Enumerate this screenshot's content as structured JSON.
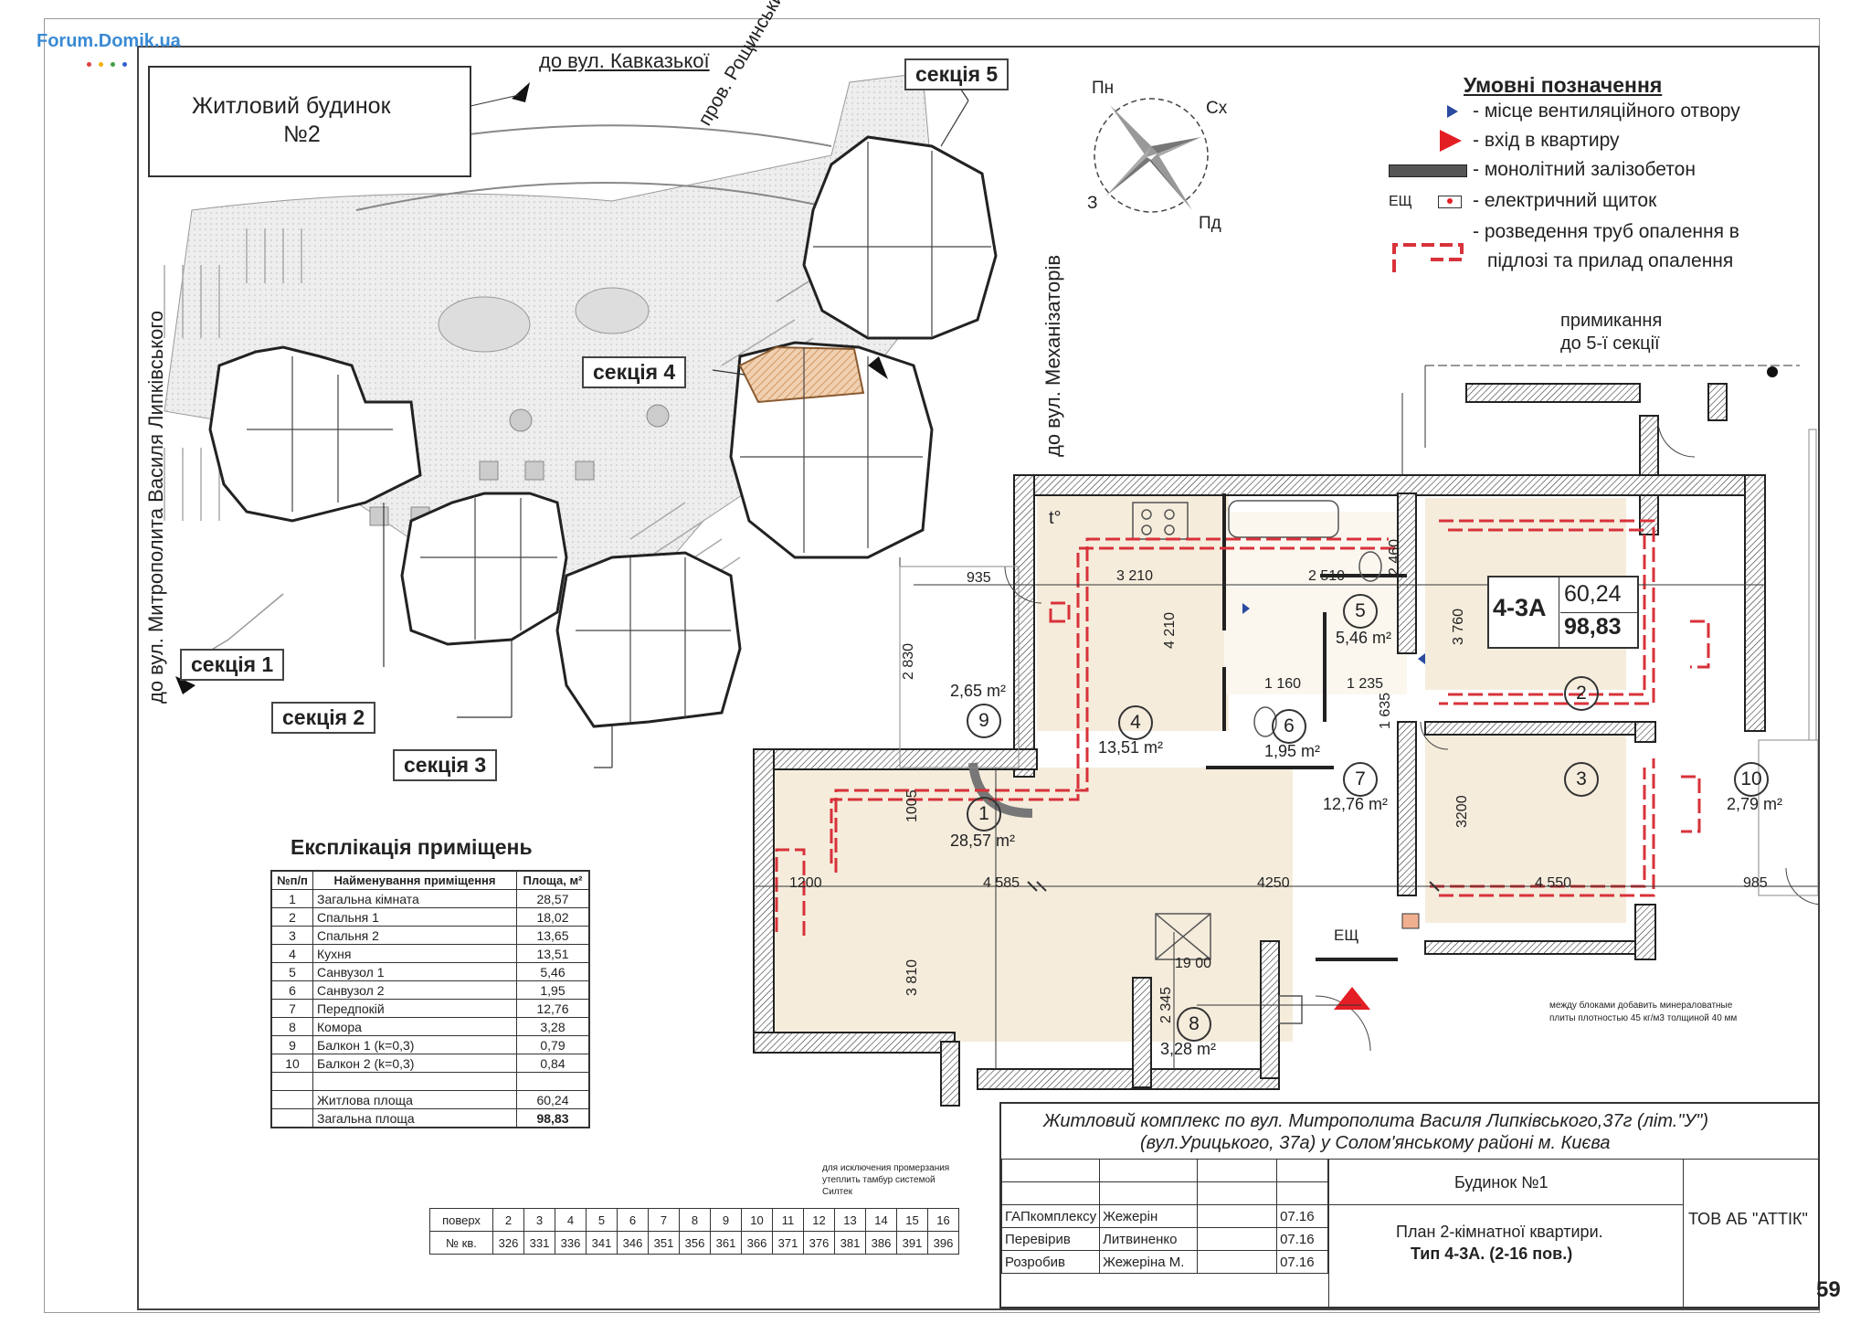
{
  "watermark": "Forum.Domik.ua",
  "page_number": "59",
  "site_plan": {
    "building_title_line1": "Житловий будинок",
    "building_title_line2": "№2",
    "street_kavkazka": "до вул. Кавказької",
    "street_roshchynskyi": "пров. Рощинський",
    "street_lypkivskoho": "до вул. Митрополита Василя Липківського",
    "street_mekhanizatoriv": "до вул. Механізаторів",
    "sections": {
      "s1": "секція 1",
      "s2": "секція 2",
      "s3": "секція 3",
      "s4": "секція 4",
      "s5": "секція 5"
    }
  },
  "compass": {
    "north": "Пн",
    "east": "Сх",
    "west": "З",
    "south": "Пд"
  },
  "legend": {
    "title": "Умовні позначення",
    "items": [
      {
        "icon": "vent-arrow-icon",
        "text": "- місце вентиляційного отвору"
      },
      {
        "icon": "entry-arrow-icon",
        "text": "- вхід в квартиру"
      },
      {
        "icon": "concrete-block-icon",
        "text": "- монолітний залізобетон"
      },
      {
        "icon": "panel-icon",
        "prefix": "ЕЩ",
        "text": "- електричний щиток"
      },
      {
        "icon": "heating-pipe-icon",
        "text": "- розведення труб опалення в",
        "text2": "підлозі та прилад опалення"
      }
    ],
    "colors": {
      "pipe": "#d8323a",
      "entry": "#e31e24",
      "vent": "#2a4aa0",
      "concrete": "#555555"
    }
  },
  "plan": {
    "adjoin_note_line1": "примикання",
    "adjoin_note_line2": "до 5-ї секції",
    "apt_type": "4-3А",
    "living_area": "60,24",
    "total_area": "98,83",
    "panel_label": "ЕЩ",
    "thermometer": "t°",
    "rooms": [
      {
        "num": "1",
        "area": "28,57 m²"
      },
      {
        "num": "2",
        "area": ""
      },
      {
        "num": "3",
        "area": ""
      },
      {
        "num": "4",
        "area": "13,51 m²"
      },
      {
        "num": "5",
        "area": "5,46 m²"
      },
      {
        "num": "6",
        "area": "1,95 m²"
      },
      {
        "num": "7",
        "area": "12,76 m²"
      },
      {
        "num": "8",
        "area": "3,28 m²"
      },
      {
        "num": "9",
        "area": "2,65 m²"
      },
      {
        "num": "10",
        "area": "2,79 m²"
      }
    ],
    "dims": {
      "d935": "935",
      "d3210": "3 210",
      "d2510": "2 510",
      "d2460": "2 460",
      "d3760": "3 760",
      "d4210": "4 210",
      "d2830": "2 830",
      "d1160": "1 160",
      "d1235": "1 235",
      "d1635": "1 635",
      "d1005": "1005",
      "d3200": "3200",
      "d1200": "1200",
      "d4585": "4 585",
      "d4250": "4250",
      "d4550": "4 550",
      "d985": "985",
      "d3810": "3 810",
      "d1900": "19 00",
      "d2345": "2 345"
    },
    "note_insulation": "между блоками добавить минераловатные плиты плотностью 45 кг/м3 толщиной 40 мм",
    "note_vestibule": "для исключения промерзания утеплить тамбур системой Силтек"
  },
  "explication": {
    "title": "Експлікація приміщень",
    "headers": [
      "№п/п",
      "Найменування приміщення",
      "Площа, м²"
    ],
    "rows": [
      [
        "1",
        "Загальна кімната",
        "28,57"
      ],
      [
        "2",
        "Спальня 1",
        "18,02"
      ],
      [
        "3",
        "Спальня 2",
        "13,65"
      ],
      [
        "4",
        "Кухня",
        "13,51"
      ],
      [
        "5",
        "Санвузол 1",
        "5,46"
      ],
      [
        "6",
        "Санвузол 2",
        "1,95"
      ],
      [
        "7",
        "Передпокій",
        "12,76"
      ],
      [
        "8",
        "Комора",
        "3,28"
      ],
      [
        "9",
        "Балкон 1 (k=0,3)",
        "0,79"
      ],
      [
        "10",
        "Балкон 2 (k=0,3)",
        "0,84"
      ]
    ],
    "living_label": "Житлова площа",
    "living_value": "60,24",
    "total_label": "Загальна площа",
    "total_value": "98,83"
  },
  "floors_table": {
    "row1_label": "поверх",
    "floors": [
      "2",
      "3",
      "4",
      "5",
      "6",
      "7",
      "8",
      "9",
      "10",
      "11",
      "12",
      "13",
      "14",
      "15",
      "16"
    ],
    "row2_label": "№ кв.",
    "apartments": [
      "326",
      "331",
      "336",
      "341",
      "346",
      "351",
      "356",
      "361",
      "366",
      "371",
      "376",
      "381",
      "386",
      "391",
      "396"
    ]
  },
  "title_block": {
    "project_line1": "Житловий комплекс по вул. Митрополита Василя Липківського,37г (літ.\"У\")",
    "project_line2": "(вул.Урицького, 37а) у Солом'янському районі м. Києва",
    "building": "Будинок №1",
    "sheet_line1": "План 2-кімнатної квартири.",
    "sheet_line2": "Тип 4-3А. (2-16 пов.)",
    "company": "ТОВ АБ \"АТТІК\"",
    "signatures": [
      {
        "role": "ГАПкомплексу",
        "name": "Жежерін",
        "date": "07.16"
      },
      {
        "role": "Перевірив",
        "name": "Литвиненко",
        "date": "07.16"
      },
      {
        "role": "Розробив",
        "name": "Жежеріна М.",
        "date": "07.16"
      }
    ]
  }
}
